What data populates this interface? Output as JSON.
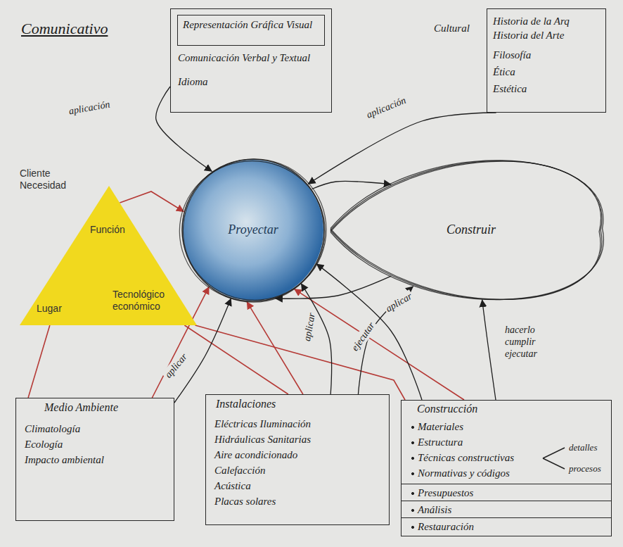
{
  "diagram": {
    "title": "Comunicativo",
    "nodes": [
      {
        "text": [
          "Comunicación Verbal y Textual",
          "Idioma"
        ]
      },
      {
        "text": [
          "Representación Gráfica Visual"
        ],
        "in": 0
      },
      {
        "text": [
          "Cultural",
          "Historia de la Arq",
          "Historia del Arte",
          "Filosofía",
          "Ética",
          "Estética"
        ]
      },
      {
        "text": [
          "Cliente Necesidad",
          "Función",
          "Lugar",
          "Tecnológico económico"
        ]
      },
      {
        "text": [
          "Proyectar"
        ]
      },
      {
        "text": [
          "Construir"
        ]
      },
      {
        "text": [
          "Medio Ambiente",
          "Climatología",
          "Ecología",
          "Impacto ambiental"
        ]
      },
      {
        "text": [
          "Instalaciones",
          "Eléctricas Iluminación",
          "Hidráulicas Sanitarias",
          "Aire acondicionado",
          "Calefacción",
          "Acústica",
          "Placas solares"
        ]
      },
      {
        "text": [
          "Construcción",
          "Materiales",
          "Estructura",
          "Técnicas constructivas",
          "Normativas y códigos"
        ]
      },
      {
        "text": [
          "Presupuestos"
        ],
        "in": 8
      },
      {
        "text": [
          "Análisis"
        ],
        "in": 8
      },
      {
        "text": [
          "Restauración"
        ],
        "in": 8
      }
    ],
    "edges": [
      {
        "from": 0,
        "to": 4,
        "label": "aplicación",
        "arrow": "to"
      },
      {
        "from": 2,
        "to": 4,
        "label": "aplicación",
        "arrow": "to"
      },
      {
        "from": 3,
        "to": 4,
        "arrow": "to"
      },
      {
        "from": 3,
        "to": 6,
        "arrow": "none"
      },
      {
        "from": 6,
        "to": 4,
        "arrow": "to"
      },
      {
        "from": 3,
        "to": 7,
        "arrow": "none"
      },
      {
        "from": 7,
        "to": 4,
        "arrow": "to"
      },
      {
        "from": 3,
        "to": 8,
        "arrow": "none"
      },
      {
        "from": 8,
        "to": 4,
        "arrow": "to"
      },
      {
        "from": 4,
        "to": 5,
        "arrow": "to"
      },
      {
        "from": 5,
        "to": 4,
        "arrow": "to"
      },
      {
        "from": 6,
        "to": 4,
        "label": "aplicar",
        "arrow": "to"
      },
      {
        "from": 7,
        "to": 4,
        "label": "aplicar",
        "arrow": "to"
      },
      {
        "from": 7,
        "to": 5,
        "label": "ejecutar",
        "arrow": "to"
      },
      {
        "from": 8,
        "to": 4,
        "label": "aplicar",
        "arrow": "to"
      },
      {
        "from": 8,
        "to": 5,
        "label": "hacerlo cumplir ejecutar",
        "arrow": "to"
      }
    ],
    "labels": [
      "detalles",
      "procesos"
    ]
  }
}
